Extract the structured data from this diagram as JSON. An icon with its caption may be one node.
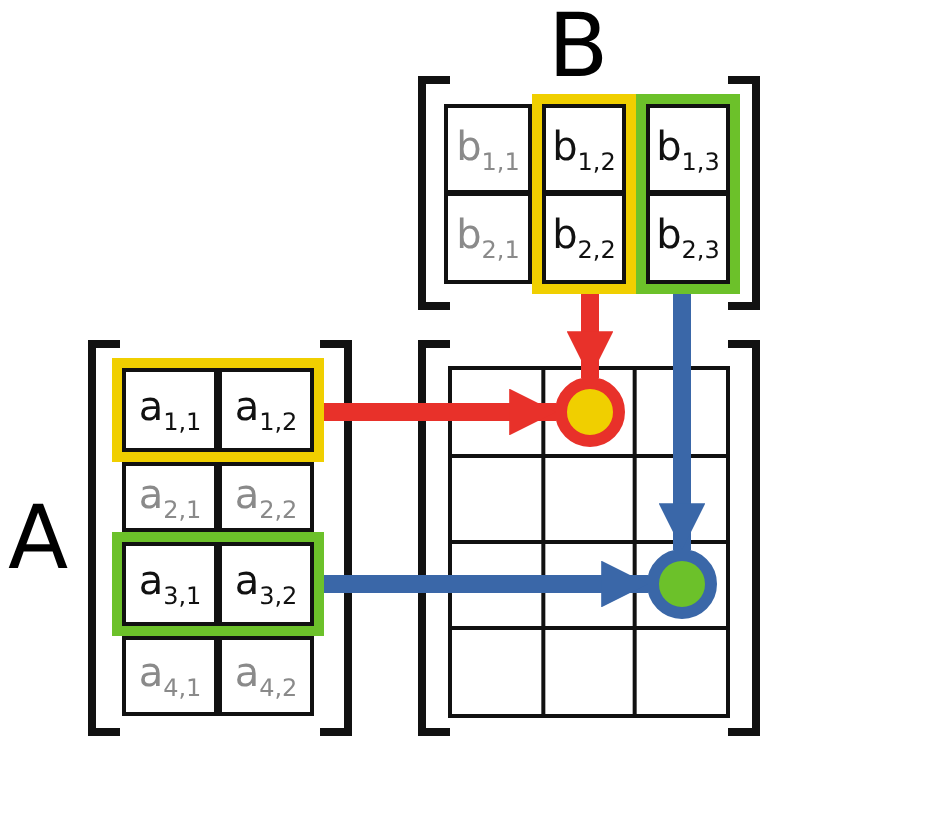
{
  "diagram": {
    "nodes": [
      {
        "text": [],
        "shape": "box"
      },
      {
        "text": [
          "a$_{1,1}$"
        ],
        "in": 0
      },
      {
        "text": [
          "a$_{1,2}$"
        ],
        "in": 0
      },
      {
        "text": [
          "a$_{2,1}$"
        ]
      },
      {
        "text": [
          "a$_{2,2}$"
        ]
      },
      {
        "text": [],
        "shape": "box"
      },
      {
        "text": [
          "a$_{3,1}$"
        ],
        "in": 5
      },
      {
        "text": [
          "a$_{3,2}$"
        ],
        "in": 5
      },
      {
        "text": [
          "a$_{4,1}$"
        ]
      },
      {
        "text": [
          "a$_{4,2}$"
        ]
      },
      {
        "text": [
          "b$_{1,1}$"
        ]
      },
      {
        "text": [],
        "shape": "box"
      },
      {
        "text": [
          "b$_{1,2}$"
        ],
        "in": 11
      },
      {
        "text": [
          "b$_{2,2}$"
        ],
        "in": 11
      },
      {
        "text": [],
        "shape": "box"
      },
      {
        "text": [
          "b$_{1,3}$"
        ],
        "in": 14
      },
      {
        "text": [
          "b$_{2,3}$"
        ],
        "in": 14
      },
      {
        "text": [
          "b$_{2,1}$"
        ]
      },
      {
        "text": [],
        "shape": "box"
      },
      {
        "text": [],
        "shape": "circle",
        "in": 18
      },
      {
        "text": [],
        "shape": "circle",
        "in": 18
      }
    ],
    "edges": [
      {
        "from": 0,
        "to": 19,
        "arrow": "to",
        "color": "#e8312a"
      },
      {
        "from": 11,
        "to": 19,
        "arrow": "to",
        "color": "#e8312a"
      },
      {
        "from": 5,
        "to": 20,
        "arrow": "to",
        "color": "#3a67a8"
      },
      {
        "from": 14,
        "to": 20,
        "arrow": "to",
        "color": "#3a67a8"
      }
    ],
    "labels": [
      "B",
      "A"
    ]
  }
}
